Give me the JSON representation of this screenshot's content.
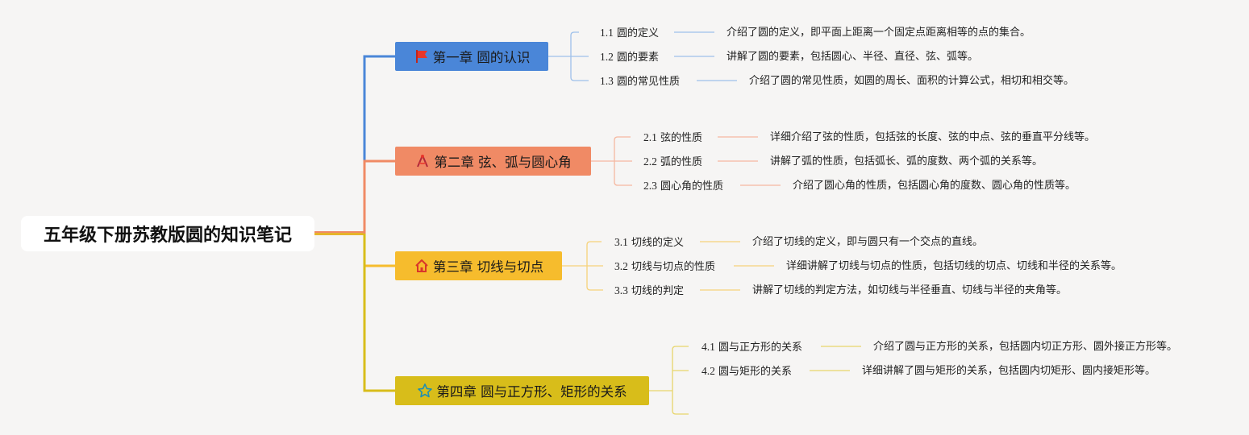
{
  "root": {
    "title": "五年级下册苏教版圆的知识笔记"
  },
  "colors": {
    "ch1": "#4a86d8",
    "ch2": "#f08a65",
    "ch3": "#f6bc2d",
    "ch4": "#d8bd1a"
  },
  "chapters": [
    {
      "title": "第一章 圆的认识",
      "icon": "red-flag-icon",
      "sections": [
        {
          "num": "1.1",
          "label": "圆的定义",
          "desc": "介绍了圆的定义，即平面上距离一个固定点距离相等的点的集合。"
        },
        {
          "num": "1.2",
          "label": "圆的要素",
          "desc": "讲解了圆的要素，包括圆心、半径、直径、弦、弧等。"
        },
        {
          "num": "1.3",
          "label": "圆的常见性质",
          "desc": "介绍了圆的常见性质，如圆的周长、面积的计算公式，相切和相交等。"
        }
      ]
    },
    {
      "title": "第二章 弦、弧与圆心角",
      "icon": "compass-icon",
      "sections": [
        {
          "num": "2.1",
          "label": "弦的性质",
          "desc": "详细介绍了弦的性质，包括弦的长度、弦的中点、弦的垂直平分线等。"
        },
        {
          "num": "2.2",
          "label": "弧的性质",
          "desc": "讲解了弧的性质，包括弧长、弧的度数、两个弧的关系等。"
        },
        {
          "num": "2.3",
          "label": "圆心角的性质",
          "desc": "介绍了圆心角的性质，包括圆心角的度数、圆心角的性质等。"
        }
      ]
    },
    {
      "title": "第三章 切线与切点",
      "icon": "house-icon",
      "sections": [
        {
          "num": "3.1",
          "label": "切线的定义",
          "desc": "介绍了切线的定义，即与圆只有一个交点的直线。"
        },
        {
          "num": "3.2",
          "label": "切线与切点的性质",
          "desc": "详细讲解了切线与切点的性质，包括切线的切点、切线和半径的关系等。"
        },
        {
          "num": "3.3",
          "label": "切线的判定",
          "desc": "讲解了切线的判定方法，如切线与半径垂直、切线与半径的夹角等。"
        }
      ]
    },
    {
      "title": "第四章 圆与正方形、矩形的关系",
      "icon": "star-icon",
      "sections": [
        {
          "num": "4.1",
          "label": "圆与正方形的关系",
          "desc": "介绍了圆与正方形的关系，包括圆内切正方形、圆外接正方形等。"
        },
        {
          "num": "4.2",
          "label": "圆与矩形的关系",
          "desc": "详细讲解了圆与矩形的关系，包括圆内切矩形、圆内接矩形等。"
        }
      ]
    }
  ]
}
